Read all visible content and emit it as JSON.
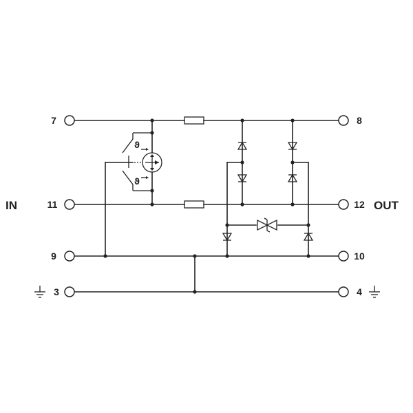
{
  "labels": {
    "in": "IN",
    "out": "OUT",
    "terminal_7": "7",
    "terminal_8": "8",
    "terminal_11": "11",
    "terminal_12": "12",
    "terminal_9": "9",
    "terminal_10": "10",
    "terminal_3": "3",
    "terminal_4": "4",
    "thermal_symbol_top": "ϑ",
    "thermal_symbol_bottom": "ϑ"
  },
  "colors": {
    "line": "#222222",
    "background": "#ffffff"
  }
}
